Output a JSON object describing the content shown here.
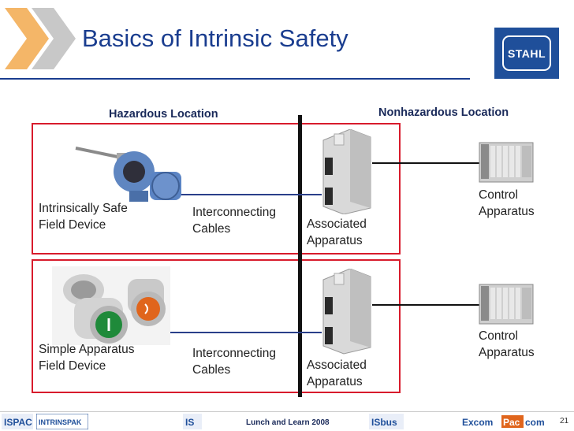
{
  "slide": {
    "title": "Basics of Intrinsic Safety",
    "logo_text": "STAHL",
    "page_number": "21"
  },
  "locations": {
    "hazardous": "Hazardous Location",
    "nonhazardous": "Nonhazardous Location"
  },
  "rows": [
    {
      "field_device": [
        "Intrinsically Safe",
        "Field Device"
      ],
      "cables": [
        "Interconnecting",
        "Cables"
      ],
      "associated": [
        "Associated",
        "Apparatus"
      ],
      "control": [
        "Control",
        "Apparatus"
      ]
    },
    {
      "field_device": [
        "Simple Apparatus",
        "Field Device"
      ],
      "cables": [
        "Interconnecting",
        "Cables"
      ],
      "associated": [
        "Associated",
        "Apparatus"
      ],
      "control": [
        "Control",
        "Apparatus"
      ]
    }
  ],
  "footer": {
    "center_text": "Lunch and Learn 2008",
    "logos": [
      "ISPAC",
      "INTRINSPAK",
      "IS",
      "ISbus",
      "Excom",
      "Pac",
      "com"
    ]
  },
  "colors": {
    "title": "#1a3d8f",
    "box_border": "#d81b2c",
    "divider": "#111111",
    "cable_line": "#2a3f8a"
  }
}
